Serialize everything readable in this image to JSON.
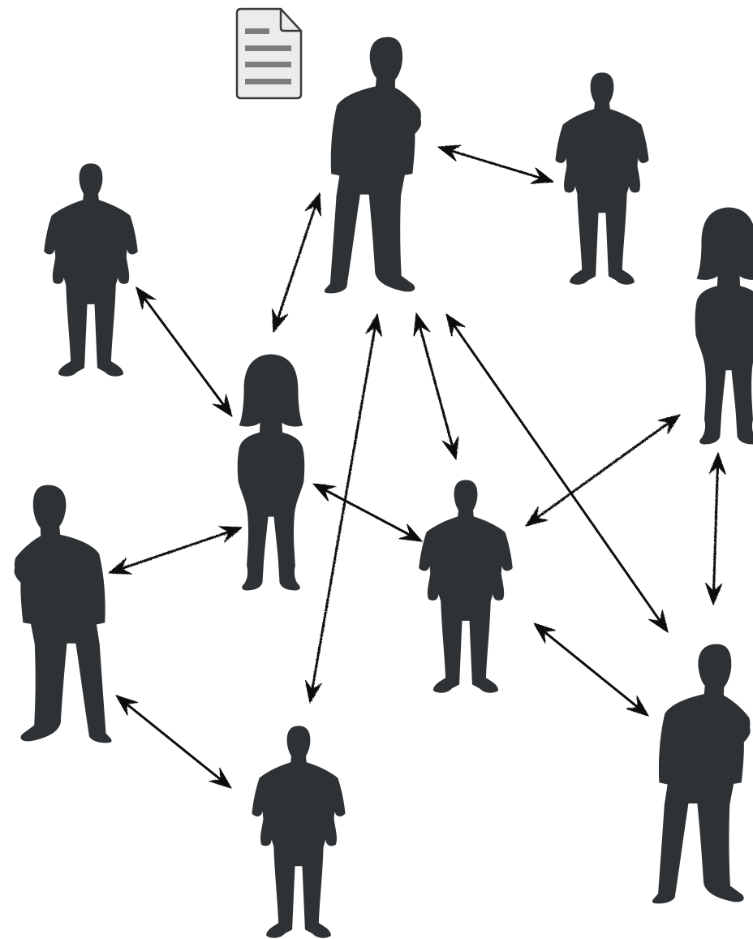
{
  "diagram": {
    "colors": {
      "figure": "#2e3234",
      "arrow": "#111111",
      "document_fill": "#ececec",
      "document_stroke": "#3a3a3a",
      "document_lines": "#7d7d7d",
      "background": "#ffffff"
    },
    "document": {
      "icon": "document-icon",
      "text_lines": 4
    },
    "people": [
      {
        "id": "p1",
        "kind": "man-arms-crossed",
        "icon": "person-icon"
      },
      {
        "id": "p2",
        "kind": "man",
        "icon": "person-icon"
      },
      {
        "id": "p3",
        "kind": "man",
        "icon": "person-icon"
      },
      {
        "id": "p4",
        "kind": "woman",
        "icon": "person-icon"
      },
      {
        "id": "p5",
        "kind": "woman",
        "icon": "person-icon"
      },
      {
        "id": "p6",
        "kind": "man-arms-crossed",
        "icon": "person-icon"
      },
      {
        "id": "p7",
        "kind": "man",
        "icon": "person-icon"
      },
      {
        "id": "p8",
        "kind": "man",
        "icon": "person-icon"
      },
      {
        "id": "p9",
        "kind": "man-arms-crossed",
        "icon": "person-icon"
      }
    ],
    "connections": [
      {
        "from": "p1",
        "to": "p2"
      },
      {
        "from": "p1",
        "to": "p5"
      },
      {
        "from": "p1",
        "to": "p7"
      },
      {
        "from": "p1",
        "to": "p8"
      },
      {
        "from": "p1",
        "to": "p9"
      },
      {
        "from": "p3",
        "to": "p5"
      },
      {
        "from": "p4",
        "to": "p7"
      },
      {
        "from": "p4",
        "to": "p9"
      },
      {
        "from": "p5",
        "to": "p6"
      },
      {
        "from": "p5",
        "to": "p7"
      },
      {
        "from": "p6",
        "to": "p8"
      },
      {
        "from": "p7",
        "to": "p9"
      }
    ]
  }
}
